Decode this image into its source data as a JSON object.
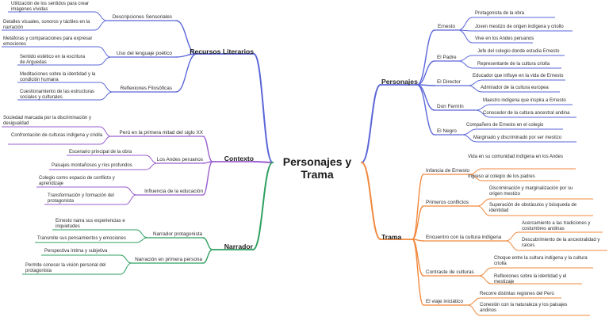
{
  "central": {
    "line1": "Personajes y",
    "line2": "Trama"
  },
  "colors": {
    "personajes": "#5a66d8",
    "trama": "#f0883c",
    "recursos": "#5a66d8",
    "contexto": "#9a5fd0",
    "narrador": "#2fa060"
  },
  "personajes": {
    "label": "Personajes",
    "groups": [
      {
        "label": "Ernesto",
        "items": [
          "Protagonista de la obra",
          "Joven mestizo de origen indígena y criollo",
          "Vive en los Andes peruanos"
        ]
      },
      {
        "label": "El Padre",
        "items": [
          "Jefe del colegio donde estudia Ernesto",
          "Representante de la cultura criolla"
        ]
      },
      {
        "label": "El Director",
        "items": [
          "Educador que influye en la vida de Ernesto",
          "Admirador de la cultura europea"
        ]
      },
      {
        "label": "Don Fermín",
        "items": [
          "Maestro indígena que inspira a Ernesto",
          "Conocedor de la cultura ancestral andina"
        ]
      },
      {
        "label": "El Negro",
        "items": [
          "Compañero de Ernesto en el colegio",
          "Marginado y discriminado por ser mestizo"
        ]
      }
    ]
  },
  "trama": {
    "label": "Trama",
    "groups": [
      {
        "label": "Infancia de Ernesto",
        "items": [
          "Vida en su comunidad indígena en los Andes",
          "Ingreso al colegio de los padres"
        ]
      },
      {
        "label": "Primeros conflictos",
        "items": [
          "Discriminación y marginalización por su origen mestizo",
          "Superación de obstáculos y búsqueda de identidad"
        ]
      },
      {
        "label": "Encuentro con la cultura indígena",
        "items": [
          "Acercamiento a las tradiciones y costumbres andinas",
          "Descubrimiento de la ancestralidad y raíces"
        ]
      },
      {
        "label": "Contraste de culturas",
        "items": [
          "Choque entre la cultura indígena y la cultura criolla",
          "Reflexiones sobre la identidad y el mestizaje"
        ]
      },
      {
        "label": "El viaje iniciático",
        "items": [
          "Recorre distintas regiones del Perú",
          "Conexión con la naturaleza y los paisajes andinos"
        ]
      }
    ]
  },
  "recursos": {
    "label": "Recursos Literarios",
    "groups": [
      {
        "label": "Descripciones Sensoriales",
        "items": [
          "Utilización de los sentidos para crear imágenes vívidas",
          "Detalles visuales, sonoros y táctiles en la narración"
        ]
      },
      {
        "label": "Uso del lenguaje poético",
        "items": [
          "Metáforas y comparaciones para expresar emociones",
          "Sentido estético en la escritura de Arguedas"
        ]
      },
      {
        "label": "Reflexiones Filosóficas",
        "items": [
          "Meditaciones sobre la identidad y la condición humana",
          "Cuestionamiento de las estructuras sociales y culturales"
        ]
      }
    ]
  },
  "contexto": {
    "label": "Contexto",
    "groups": [
      {
        "label": "Perú en la primera mitad del siglo XX",
        "items": [
          "Sociedad marcada por la discriminación y desigualdad",
          "Confrontación de culturas indígena y criolla"
        ]
      },
      {
        "label": "Los Andes peruanos",
        "items": [
          "Escenario principal de la obra",
          "Paisajes montañosos y ríos profundos"
        ]
      },
      {
        "label": "Influencia de la educación",
        "items": [
          "Colegio como espacio de conflicto y aprendizaje",
          "Transformación y formación del protagonista"
        ]
      }
    ]
  },
  "narrador": {
    "label": "Narrador",
    "groups": [
      {
        "label": "Narrador protagonista",
        "items": [
          "Ernesto narra sus experiencias e inquietudes",
          "Transmite sus pensamientos y emociones"
        ]
      },
      {
        "label": "Narración en primera persona",
        "items": [
          "Perspectiva íntima y subjetiva",
          "Permite conocer la visión personal del protagonista"
        ]
      }
    ]
  }
}
